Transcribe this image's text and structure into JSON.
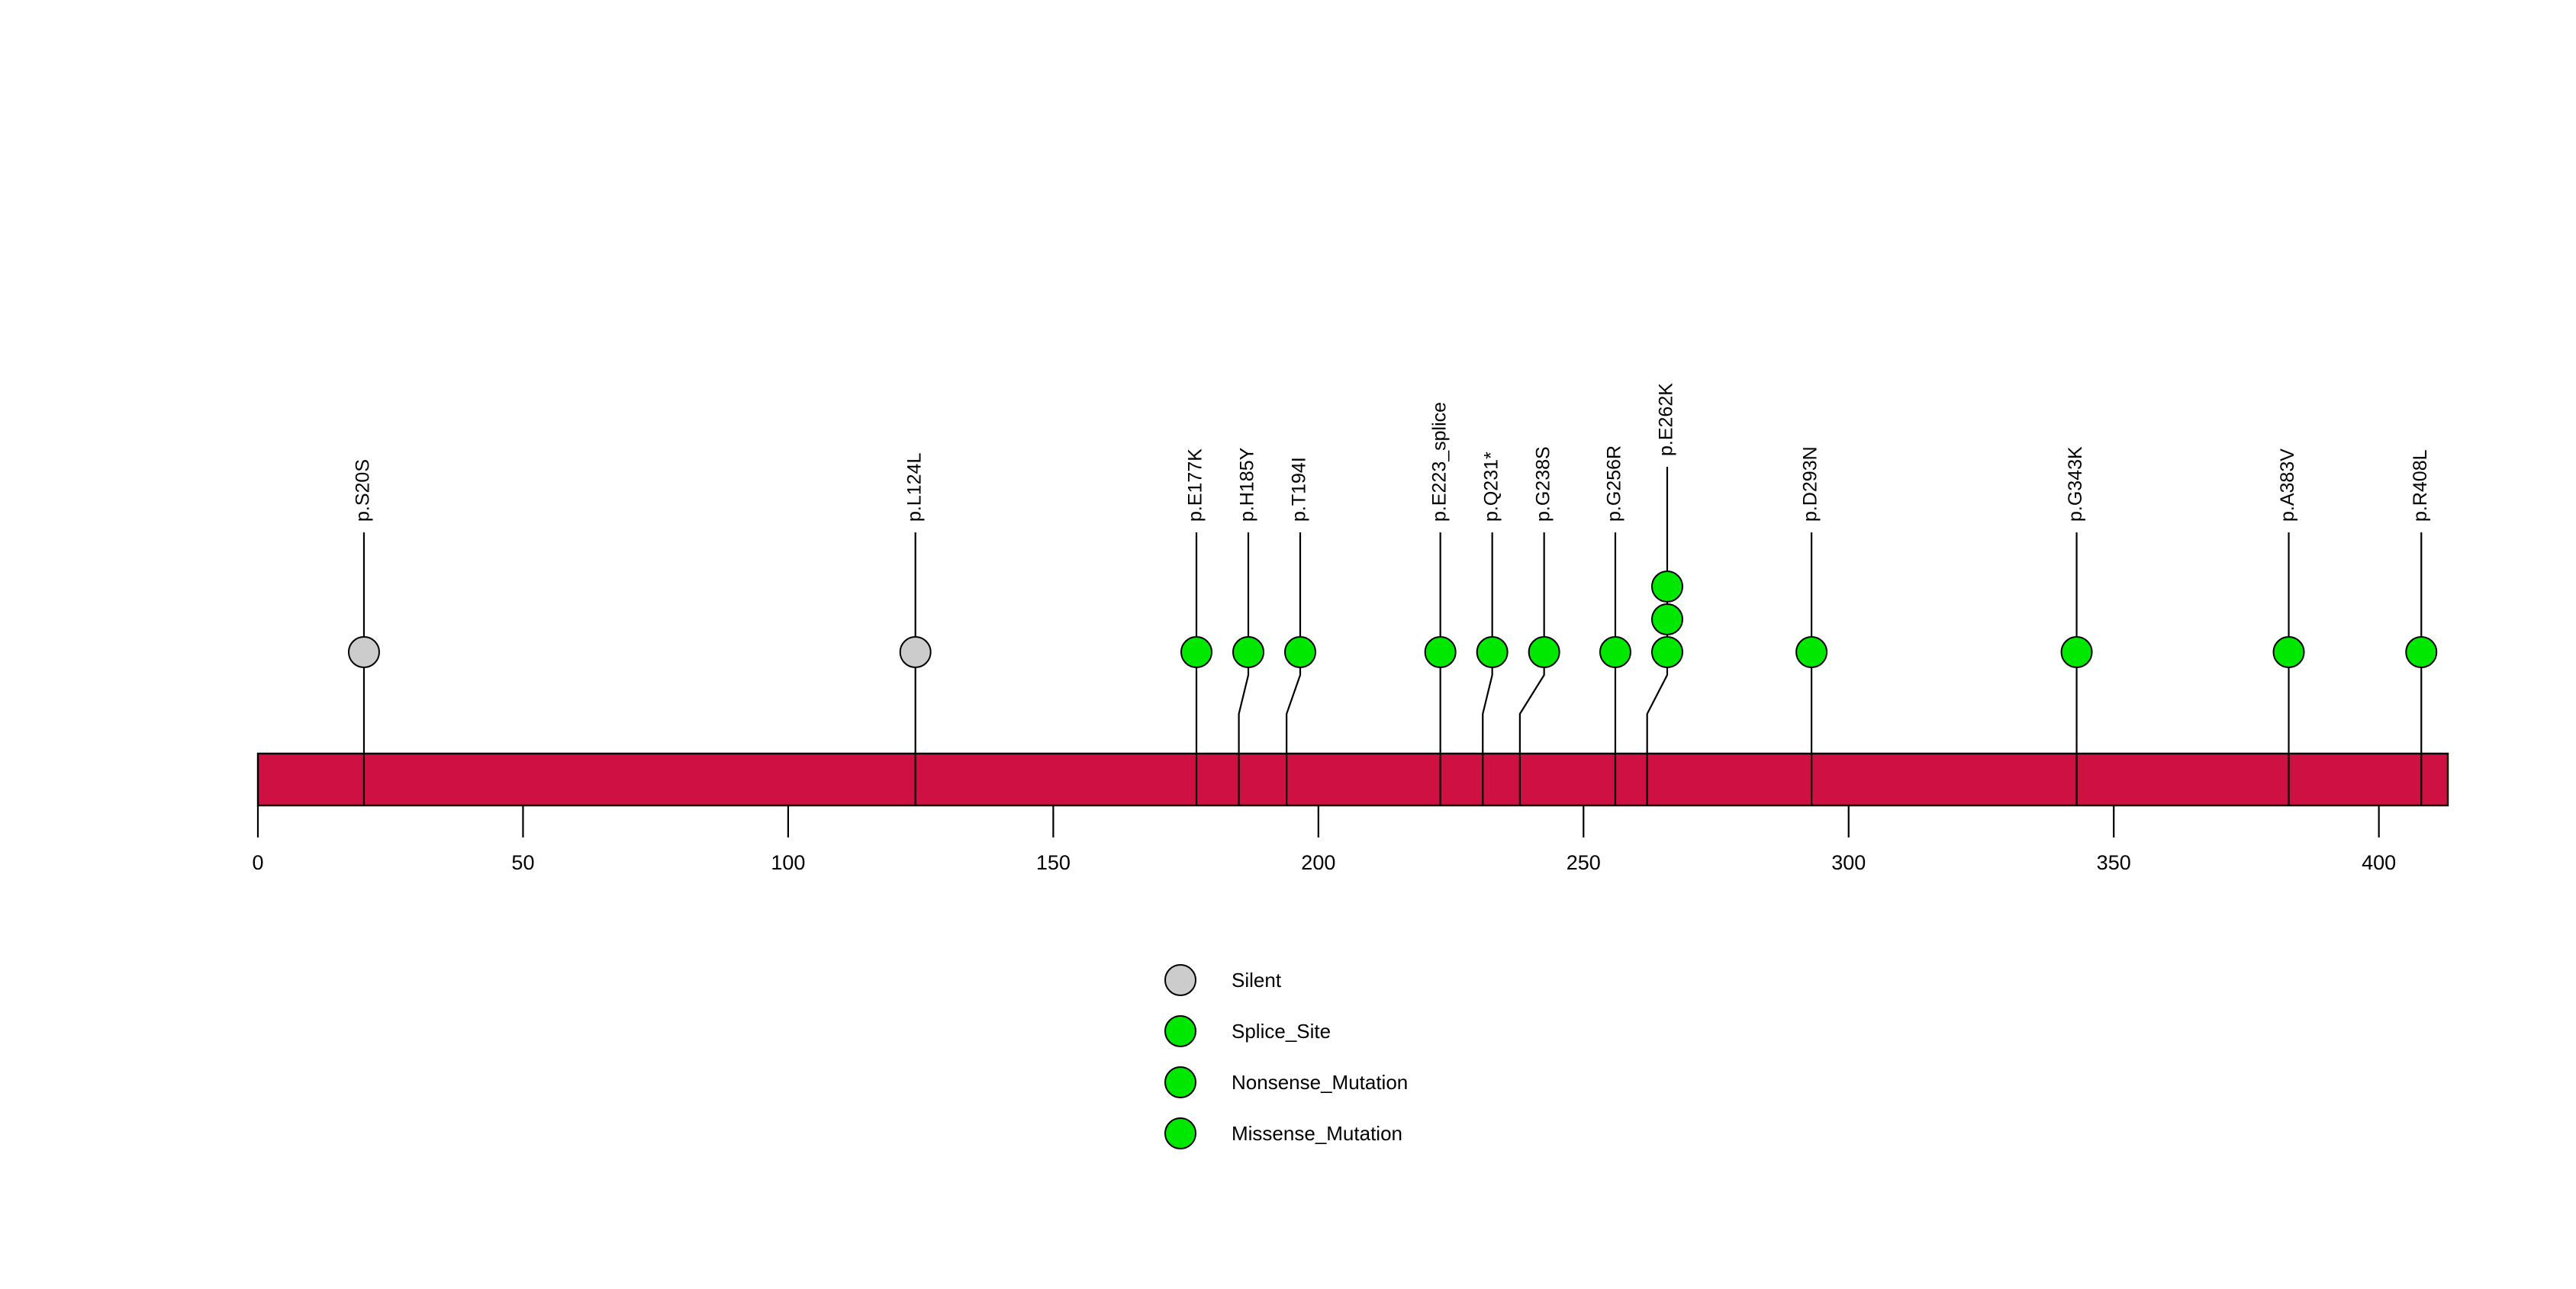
{
  "chart_data": {
    "type": "scatter",
    "plot_kind": "lollipop-mutation-diagram",
    "title": "",
    "xlabel": "",
    "ylabel": "",
    "xlim": [
      0,
      413
    ],
    "xticks": [
      0,
      50,
      100,
      150,
      200,
      250,
      300,
      350,
      400
    ],
    "xtick_labels": [
      "0",
      "50",
      "100",
      "150",
      "200",
      "250",
      "300",
      "350",
      "400"
    ],
    "grid": false,
    "protein_bar": {
      "start": 0,
      "end": 413,
      "color": "#CE1043",
      "border_color": "#000000"
    },
    "legend": {
      "position": "bottom-center",
      "entries": [
        {
          "label": "Silent",
          "color": "#CCCCCC"
        },
        {
          "label": "Splice_Site",
          "color": "#00E800"
        },
        {
          "label": "Nonsense_Mutation",
          "color": "#00E800"
        },
        {
          "label": "Missense_Mutation",
          "color": "#00E800"
        }
      ]
    },
    "mutations": [
      {
        "label": "p.S20S",
        "position": 20,
        "count": 1,
        "type": "Silent",
        "color": "#CCCCCC"
      },
      {
        "label": "p.L124L",
        "position": 124,
        "count": 1,
        "type": "Silent",
        "color": "#CCCCCC"
      },
      {
        "label": "p.E177K",
        "position": 177,
        "count": 1,
        "type": "Missense_Mutation",
        "color": "#00E800"
      },
      {
        "label": "p.H185Y",
        "position": 185,
        "count": 1,
        "type": "Missense_Mutation",
        "color": "#00E800"
      },
      {
        "label": "p.T194I",
        "position": 194,
        "count": 1,
        "type": "Missense_Mutation",
        "color": "#00E800"
      },
      {
        "label": "p.E223_splice",
        "position": 223,
        "count": 1,
        "type": "Splice_Site",
        "color": "#00E800"
      },
      {
        "label": "p.Q231*",
        "position": 231,
        "count": 1,
        "type": "Nonsense_Mutation",
        "color": "#00E800"
      },
      {
        "label": "p.G238S",
        "position": 238,
        "count": 1,
        "type": "Missense_Mutation",
        "color": "#00E800"
      },
      {
        "label": "p.G256R",
        "position": 256,
        "count": 1,
        "type": "Missense_Mutation",
        "color": "#00E800"
      },
      {
        "label": "p.E262K",
        "position": 262,
        "count": 3,
        "type": "Missense_Mutation",
        "color": "#00E800"
      },
      {
        "label": "p.D293N",
        "position": 293,
        "count": 1,
        "type": "Missense_Mutation",
        "color": "#00E800"
      },
      {
        "label": "p.G343K",
        "position": 343,
        "count": 1,
        "type": "Missense_Mutation",
        "color": "#00E800"
      },
      {
        "label": "p.A383V",
        "position": 383,
        "count": 1,
        "type": "Missense_Mutation",
        "color": "#00E800"
      },
      {
        "label": "p.R408L",
        "position": 408,
        "count": 1,
        "type": "Missense_Mutation",
        "color": "#00E800"
      }
    ]
  }
}
